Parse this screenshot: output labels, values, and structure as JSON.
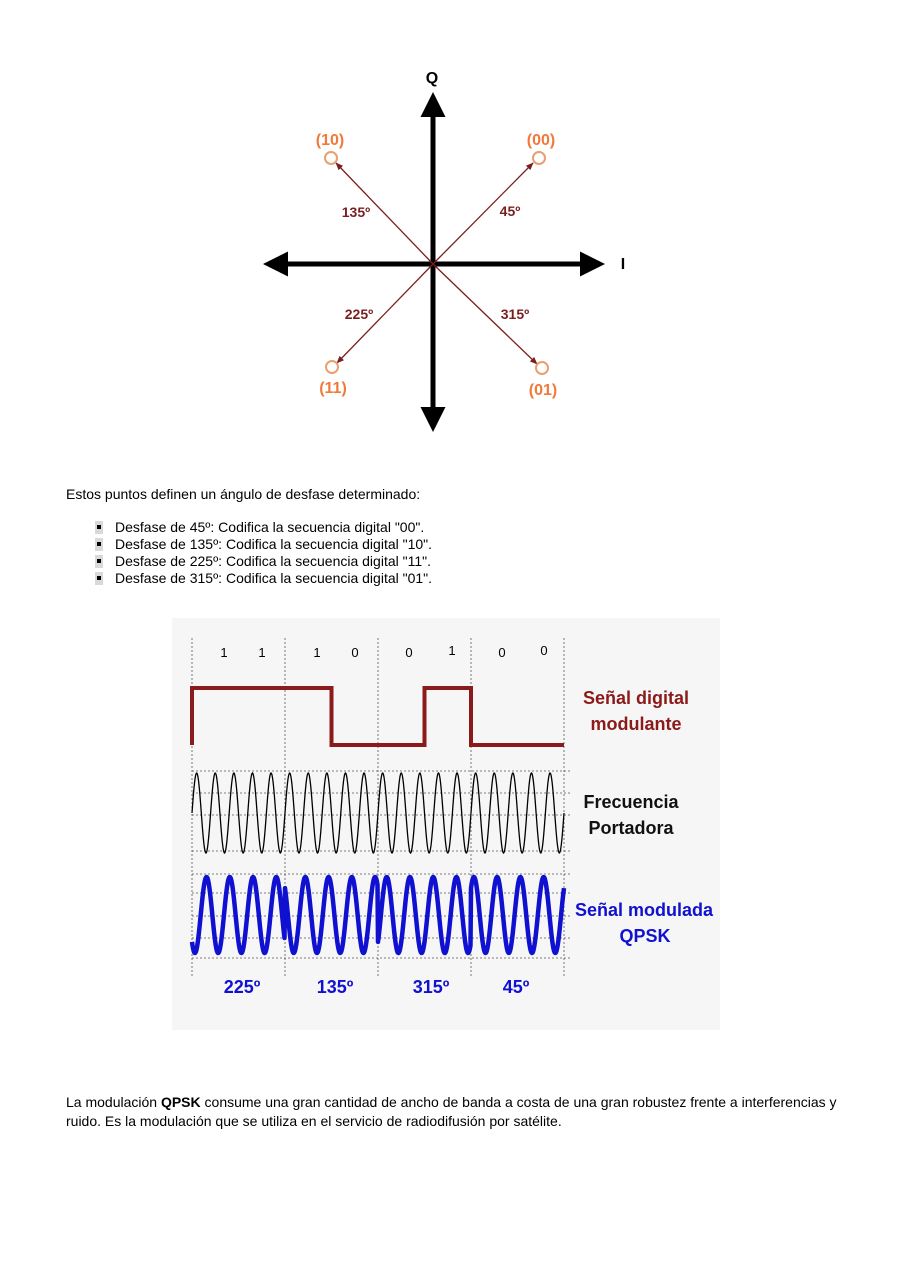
{
  "constellation": {
    "axis_q": "Q",
    "axis_i": "I",
    "points": [
      {
        "code": "(00)",
        "angle": "45º"
      },
      {
        "code": "(10)",
        "angle": "135º"
      },
      {
        "code": "(11)",
        "angle": "225º"
      },
      {
        "code": "(01)",
        "angle": "315º"
      }
    ]
  },
  "intro_text": "Estos puntos definen un ángulo de desfase determinado:",
  "bullets": [
    "Desfase de 45º: Codifica la secuencia digital \"00\".",
    "Desfase de 135º: Codifica la secuencia digital \"10\".",
    "Desfase de 225º: Codifica la secuencia digital \"11\".",
    "Desfase de 315º: Codifica la secuencia digital \"01\"."
  ],
  "waveform": {
    "bits": [
      "1",
      "1",
      "1",
      "0",
      "0",
      "1",
      "0",
      "0"
    ],
    "labels": {
      "digital_line1": "Señal digital",
      "digital_line2": "modulante",
      "carrier_line1": "Frecuencia",
      "carrier_line2": "Portadora",
      "modulated_line1": "Señal modulada",
      "modulated_line2": "QPSK"
    },
    "phases": [
      "225º",
      "135º",
      "315º",
      "45º"
    ],
    "colors": {
      "digital": "#8b1a1a",
      "carrier": "#000000",
      "modulated": "#1010d0"
    }
  },
  "conclusion": {
    "pre": "La modulación ",
    "bold": "QPSK",
    "post": " consume una gran cantidad de ancho de banda a costa de una gran robustez frente a interferencias y ruido. Es la modulación que se utiliza en el servicio de radiodifusión por satélite."
  }
}
